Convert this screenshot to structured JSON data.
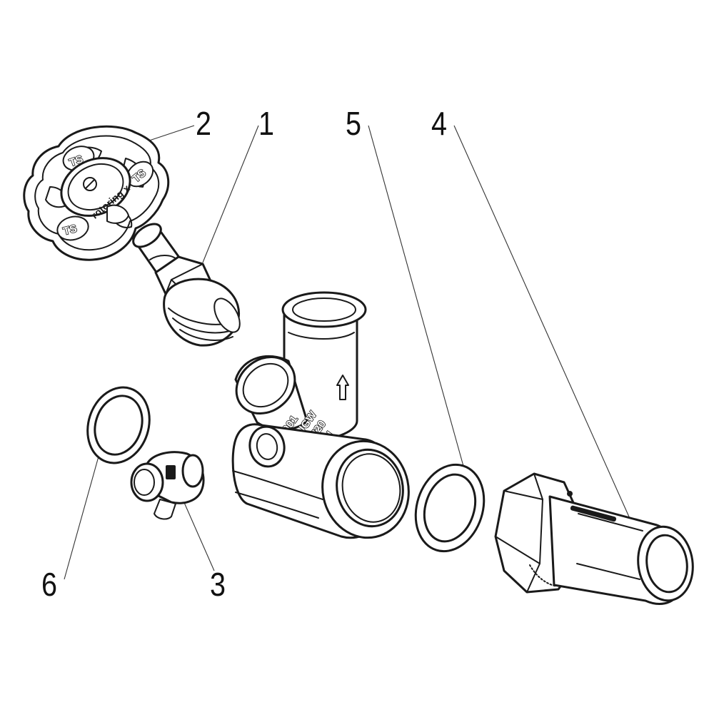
{
  "diagram": {
    "callouts": [
      {
        "id": "1",
        "label": "1"
      },
      {
        "id": "2",
        "label": "2"
      },
      {
        "id": "3",
        "label": "3"
      },
      {
        "id": "4",
        "label": "4"
      },
      {
        "id": "5",
        "label": "5"
      },
      {
        "id": "6",
        "label": "6"
      }
    ],
    "body_marking": {
      "line1": "2001",
      "line2": "DUGW",
      "line3": "DN20",
      "line4": "DIN"
    },
    "handwheel_hub_text": "rotoring x"
  }
}
